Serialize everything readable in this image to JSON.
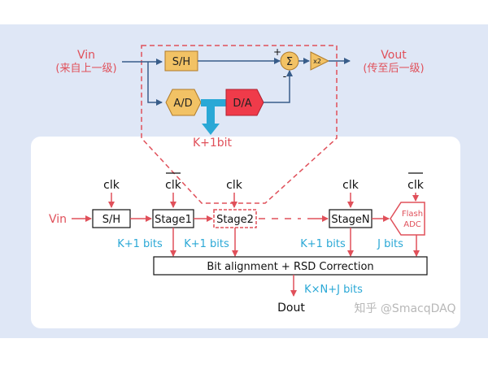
{
  "colors": {
    "panel_bg": "#dfe7f6",
    "card_bg": "#ffffff",
    "red": "#e0505a",
    "dashed": "#e0505a",
    "orange": "#f2c265",
    "orange_stroke": "#b07b2a",
    "da_red": "#ef3b4a",
    "blue": "#2aa8d6",
    "line_blue": "#385d8a",
    "black": "#111111"
  },
  "top": {
    "vin_label": "Vin",
    "vin_sub": "(来自上一级)",
    "sh_label": "S/H",
    "ad_label": "A/D",
    "da_label": "D/A",
    "sum_label": "Σ",
    "plus": "+",
    "minus": "-",
    "gain_label": "x2",
    "vout_label": "Vout",
    "vout_sub": "(传至后一级)",
    "bits_label": "K+1bit"
  },
  "bottom": {
    "vin_label": "Vin",
    "clk_sh": "clk",
    "clk_stage1": "clk",
    "clk_stage2": "clk",
    "clk_stageN": "clk",
    "clk_flash": "clk",
    "sh_label": "S/H",
    "stage1_label": "Stage1",
    "stage2_label": "Stage2",
    "stageN_label": "StageN",
    "flash_line1": "Flash",
    "flash_line2": "ADC",
    "bits1": "K+1 bits",
    "bits2": "K+1 bits",
    "bitsN": "K+1 bits",
    "bitsJ": "J bits",
    "correction_label": "Bit alignment + RSD Correction",
    "out_bits": "K×N+J bits",
    "dout_label": "Dout"
  },
  "watermark": "知乎 @SmacqDAQ"
}
